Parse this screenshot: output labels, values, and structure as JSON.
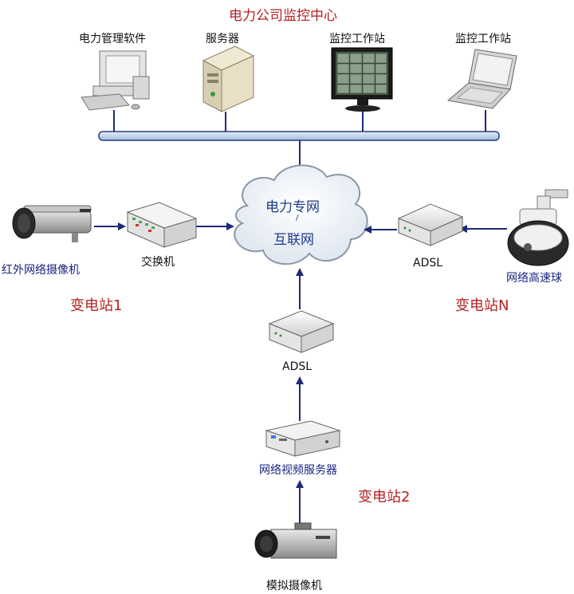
{
  "title": "电力公司监控中心",
  "center": {
    "devices": [
      {
        "label": "电力管理软件",
        "icon": "desktop-computer-icon"
      },
      {
        "label": "服务器",
        "icon": "server-tower-icon"
      },
      {
        "label": "监控工作站",
        "icon": "monitor-workstation-icon"
      },
      {
        "label": "监控工作站",
        "icon": "laptop-icon"
      }
    ]
  },
  "cloud": {
    "line1": "电力专网",
    "separator": "/",
    "line2": "互联网"
  },
  "station1": {
    "name": "变电站1",
    "camera_label": "红外网络摄像机",
    "switch_label": "交换机"
  },
  "stationN": {
    "name": "变电站N",
    "adsl_label": "ADSL",
    "dome_label": "网络高速球"
  },
  "station2": {
    "name": "变电站2",
    "adsl_label": "ADSL",
    "video_server_label": "网络视频服务器",
    "analog_camera_label": "模拟摄像机"
  },
  "colors": {
    "title": "#b22222",
    "blue_label": "#1a237e",
    "line": "#1e2a78",
    "bus": "#b8d0e6"
  }
}
